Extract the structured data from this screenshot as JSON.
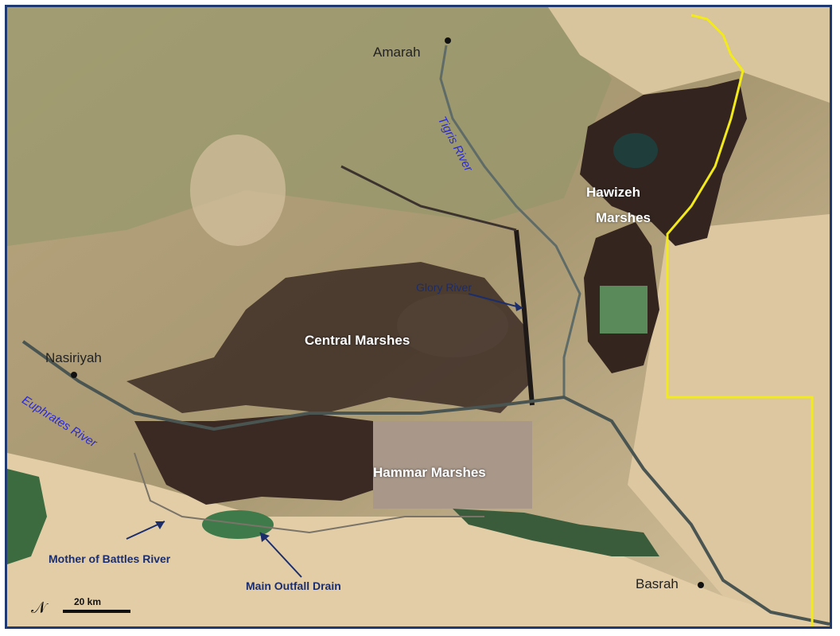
{
  "map": {
    "colors": {
      "marsh_dark": "#3b2a22",
      "desert": "#d9c39c",
      "vegetation": "#8e9868",
      "water": "#1f4a3a",
      "river": "#5a6a68",
      "border": "#f2ea1a",
      "frame": "#1f3a73"
    },
    "cities": [
      {
        "name": "Amarah"
      },
      {
        "name": "Nasiriyah"
      },
      {
        "name": "Basrah"
      }
    ],
    "marshes": [
      {
        "name_line1": "Hawizeh",
        "name_line2": "Marshes"
      },
      {
        "name": "Central Marshes"
      },
      {
        "name": "Hammar Marshes"
      }
    ],
    "rivers": [
      {
        "name": "Tigris River"
      },
      {
        "name": "Euphrates River"
      },
      {
        "name": "Glory River"
      }
    ],
    "callouts": [
      {
        "name": "Mother of Battles River"
      },
      {
        "name": "Main Outfall Drain"
      }
    ],
    "scale_bar": {
      "label": "20 km"
    },
    "north_arrow": {
      "icon": "north-arrow-icon",
      "glyph": "𝒩"
    }
  }
}
